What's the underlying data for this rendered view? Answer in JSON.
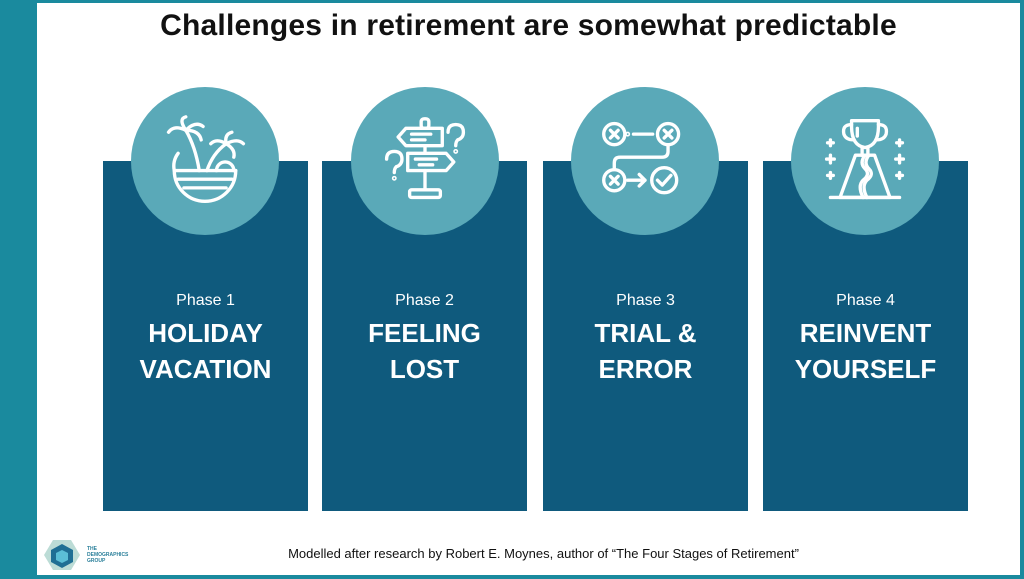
{
  "slide": {
    "title": "Challenges in retirement are somewhat predictable",
    "footer": "Modelled after research by Robert E. Moynes, author of “The Four Stages of Retirement”",
    "logo": {
      "line1": "THE",
      "line2": "DEMOGRAPHICS",
      "line3": "GROUP"
    },
    "colors": {
      "frame": "#1a8a9e",
      "card": "#0f5a7d",
      "circle": "#5aa9b8",
      "text_on_card": "#ffffff"
    },
    "phases": [
      {
        "label": "Phase 1",
        "name_line1": "HOLIDAY",
        "name_line2": "VACATION",
        "icon": "palm-island-icon"
      },
      {
        "label": "Phase 2",
        "name_line1": "FEELING",
        "name_line2": "LOST",
        "icon": "signpost-question-icon"
      },
      {
        "label": "Phase 3",
        "name_line1": "TRIAL &",
        "name_line2": "ERROR",
        "icon": "trial-error-path-icon"
      },
      {
        "label": "Phase 4",
        "name_line1": "REINVENT",
        "name_line2": "YOURSELF",
        "icon": "trophy-mountain-icon"
      }
    ]
  }
}
